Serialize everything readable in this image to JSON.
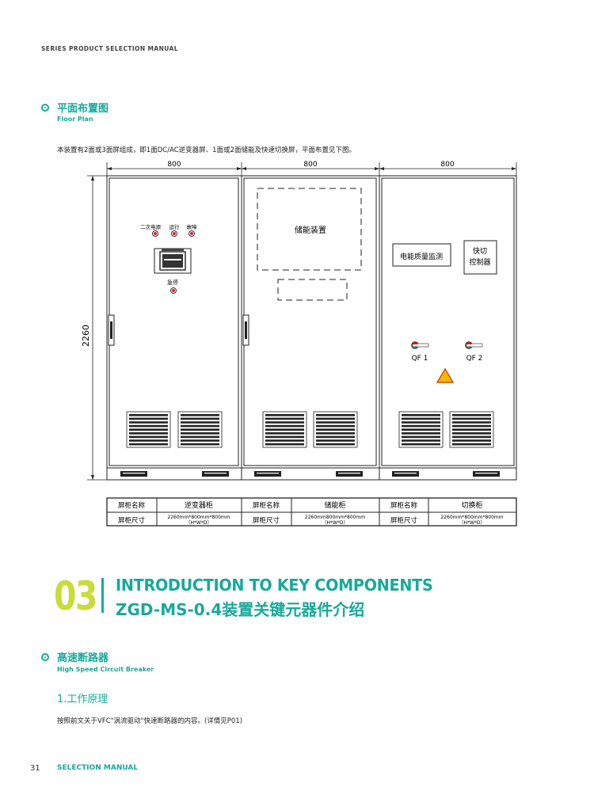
{
  "header": {
    "series_title": "SERIES PRODUCT SELECTION MANUAL"
  },
  "floor_plan": {
    "title_cn": "平面布置图",
    "title_en": "Floor Plan",
    "intro": "本装置有2面或3面屏组成，即1面DC/AC逆变器屏、1面或2面储能及快速切换屏，平面布置见下图。",
    "drawing": {
      "width_labels": [
        "800",
        "800",
        "800"
      ],
      "height_label": "2260",
      "cabinet1": {
        "indicators": [
          "二次电源",
          "运行",
          "故障"
        ],
        "estop": "急停"
      },
      "cabinet2": {
        "storage_label": "储能装置"
      },
      "cabinet3": {
        "pq_monitor": "电能质量监测",
        "fast_ctrl_line1": "快切",
        "fast_ctrl_line2": "控制器",
        "qf1": "QF 1",
        "qf2": "QF 2"
      }
    },
    "table": {
      "name_header": "屏柜名称",
      "size_header": "屏柜尺寸",
      "names": [
        "逆变器柜",
        "储能柜",
        "切换柜"
      ],
      "sizes": [
        "2260mm*800mm*800mm",
        "2260mm800mm*800mm",
        "2260mm*800mm*800mm"
      ],
      "dims_note": "（H*W*D）"
    }
  },
  "section03": {
    "number": "03",
    "title_en": "INTRODUCTION TO KEY COMPONENTS",
    "title_cn": "ZGD-MS-0.4装置关键元器件介绍"
  },
  "hscb": {
    "title_cn": "高速断路器",
    "title_en": "High Speed Circuit Breaker",
    "subheading": "1.工作原理",
    "text": "按照前文关于VFC\"涡流驱动\"快速断路器的内容。(详情见P01)"
  },
  "footer": {
    "page_number": "31",
    "label": "SELECTION MANUAL"
  },
  "colors": {
    "accent": "#17a99a",
    "number_yellow": "#c8dc3a"
  }
}
